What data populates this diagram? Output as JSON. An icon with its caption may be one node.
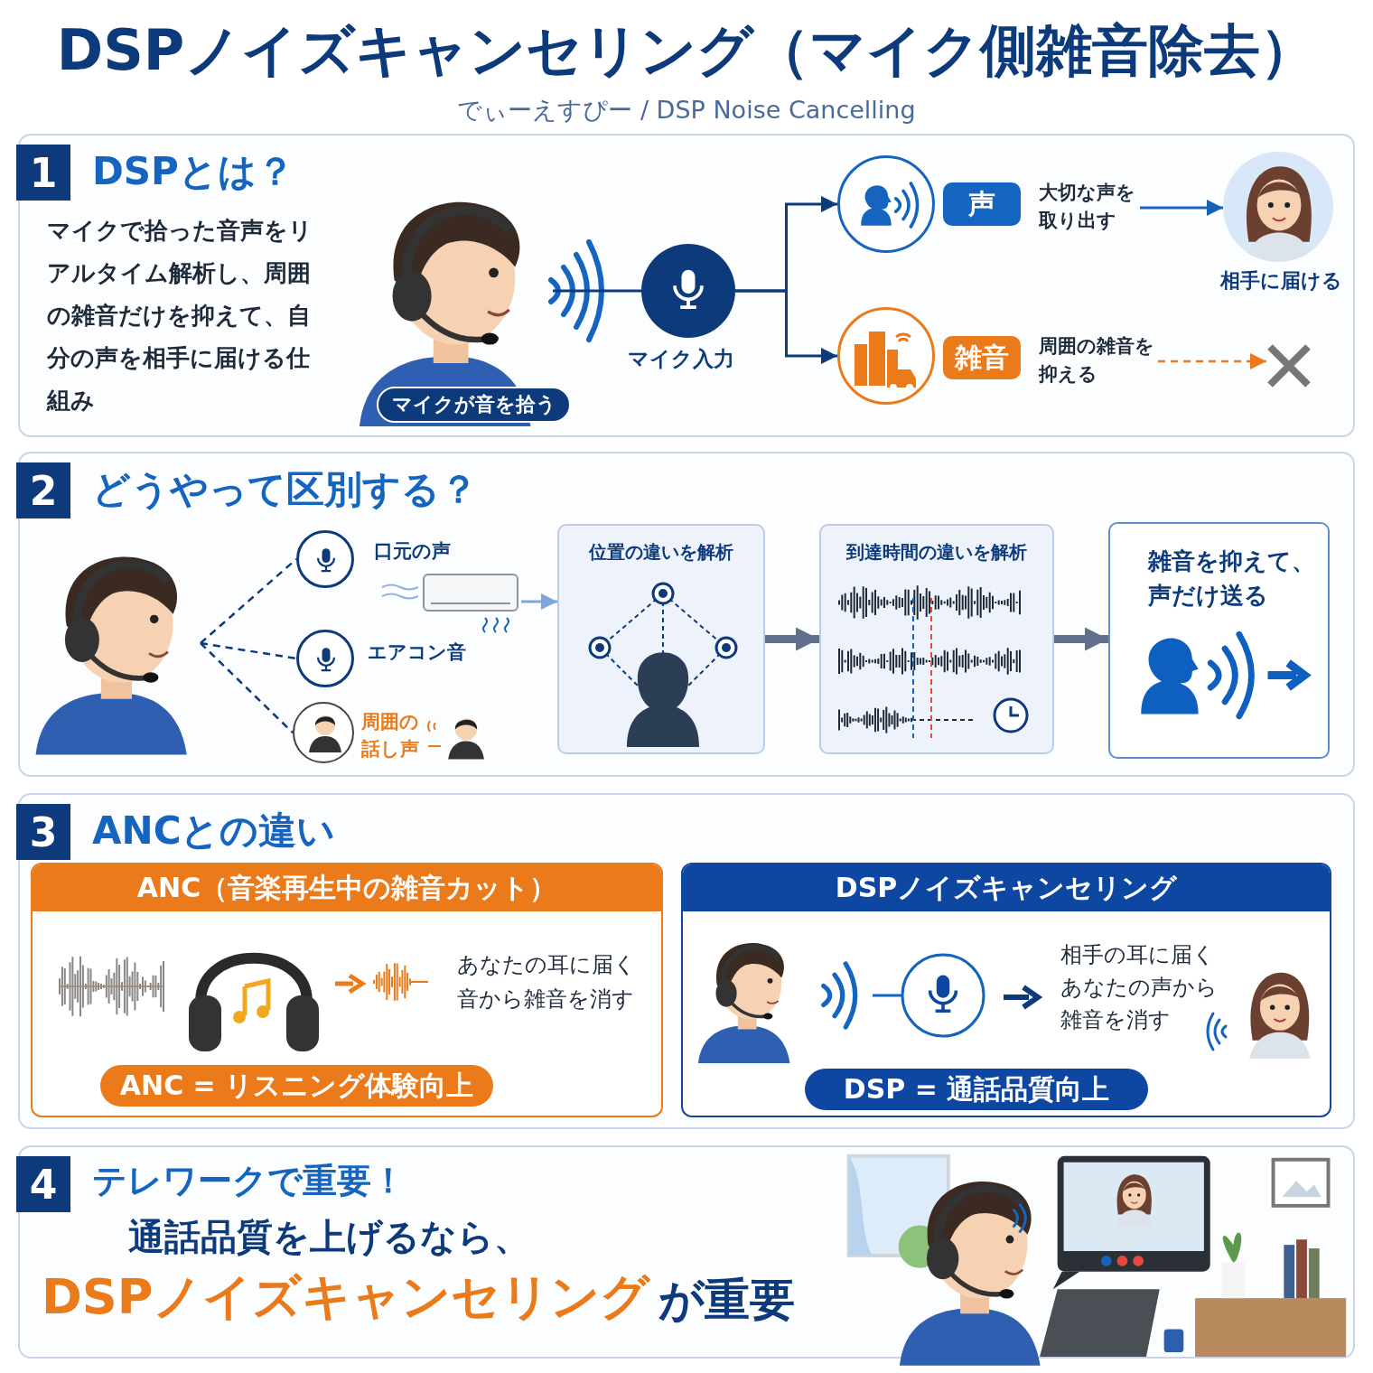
{
  "diagram": {
    "title": "DSPノイズキャンセリング（マイク側雑音除去）",
    "nodes": [
      {
        "text": [
          "1",
          "DSPとは？",
          "マイクで拾った音声をリアルタイム解析し、周囲の雑音だけを抑えて、自分の声を相手に届ける仕組み"
        ]
      },
      {
        "text": [],
        "shape": "picture",
        "in": 0
      },
      {
        "text": [
          "マイクが音を拾う"
        ],
        "in": 0
      },
      {
        "text": [],
        "shape": "circle",
        "beside": [
          "マイク入力"
        ],
        "in": 0
      },
      {
        "text": [],
        "shape": "circle",
        "in": 0
      },
      {
        "text": [
          "声"
        ],
        "in": 0
      },
      {
        "text": [
          "大切な声を取り出す"
        ],
        "in": 0
      },
      {
        "text": [],
        "shape": "circle",
        "beside": [
          "相手に届ける"
        ],
        "in": 0
      },
      {
        "text": [],
        "shape": "circle",
        "in": 0
      },
      {
        "text": [
          "雑音"
        ],
        "in": 0
      },
      {
        "text": [
          "周囲の雑音を抑える"
        ],
        "in": 0
      },
      {
        "text": [],
        "shape": "cross",
        "in": 0
      },
      {
        "text": [
          "2",
          "どうやって区別する？"
        ]
      },
      {
        "text": [],
        "shape": "picture",
        "in": 12
      },
      {
        "text": [],
        "shape": "circle",
        "beside": [
          "口元の声"
        ],
        "in": 12
      },
      {
        "text": [],
        "shape": "circle",
        "beside": [
          "エアコン音"
        ],
        "in": 12
      },
      {
        "text": [],
        "shape": "picture",
        "beside": [
          "周囲の話し声"
        ],
        "in": 12
      },
      {
        "text": [],
        "shape": "picture",
        "in": 12
      },
      {
        "text": [
          "位置の違いを解析"
        ],
        "in": 12
      },
      {
        "text": [
          "到達時間の違いを解析"
        ],
        "in": 12
      },
      {
        "text": [
          "雑音を抑えて、声だけ送る"
        ],
        "in": 12
      },
      {
        "text": [
          "3",
          "ANCとの違い"
        ]
      },
      {
        "text": [
          "ANC（音楽再生中の雑音カット）",
          "あなたの耳に届く音から雑音を消す"
        ],
        "in": 21
      },
      {
        "text": [
          "ANC = リスニング体験向上"
        ],
        "in": 22
      },
      {
        "text": [
          "DSPノイズキャンセリング",
          "相手の耳に届くあなたの声から雑音を消す"
        ],
        "in": 21
      },
      {
        "text": [
          "DSP = 通話品質向上"
        ],
        "in": 24
      },
      {
        "text": [
          "4",
          "テレワークで重要！",
          "通話品質を上げるなら、",
          "DSPノイズキャンセリング",
          "が重要"
        ]
      }
    ],
    "edges": [
      {
        "from": 1,
        "to": 3,
        "arrow": "none"
      },
      {
        "from": 3,
        "to": 4,
        "arrow": "to"
      },
      {
        "from": 3,
        "to": 8,
        "arrow": "to"
      },
      {
        "from": 6,
        "to": 7,
        "arrow": "to",
        "color": "#1a62b8"
      },
      {
        "from": 10,
        "to": 11,
        "arrow": "to",
        "style": "dashed",
        "color": "#ea7a1a"
      },
      {
        "from": 13,
        "to": 14,
        "arrow": "none",
        "style": "dashed"
      },
      {
        "from": 13,
        "to": 15,
        "arrow": "none",
        "style": "dashed"
      },
      {
        "from": 13,
        "to": 16,
        "arrow": "none",
        "style": "dashed"
      },
      {
        "from": 17,
        "to": 18,
        "arrow": "to",
        "color": "#7ea6dc"
      },
      {
        "from": 18,
        "to": 19,
        "arrow": "to",
        "style": "thick",
        "color": "#5f6f8c"
      },
      {
        "from": 19,
        "to": 20,
        "arrow": "to",
        "style": "thick",
        "color": "#5f6f8c"
      }
    ],
    "labels": [
      "でぃーえすぴー / DSP Noise Cancelling"
    ]
  }
}
